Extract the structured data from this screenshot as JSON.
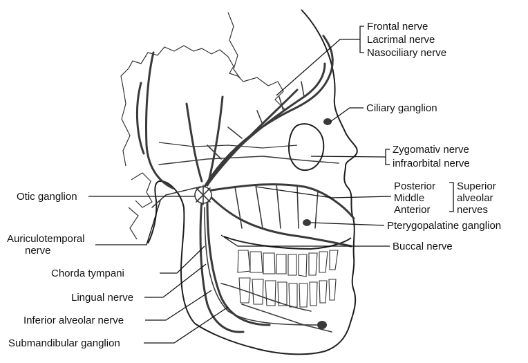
{
  "labels": {
    "frontal_nerve": "Frontal nerve",
    "lacrimal_nerve": "Lacrimal nerve",
    "nasociliary_nerve": "Nasociliary nerve",
    "ciliary_ganglion": "Ciliary ganglion",
    "zygomatic_nerve": "Zygomativ nerve",
    "infraorbital_nerve": "infraorbital nerve",
    "posterior": "Posterior",
    "middle": "Middle",
    "anterior": "Anterior",
    "superior": "Superior",
    "alveolar": "alveolar",
    "nerves": "nerves",
    "pterygopalatine_ganglion": "Pterygopalatine ganglion",
    "buccal_nerve": "Buccal nerve",
    "otic_ganglion": "Otic ganglion",
    "auriculotemporal_nerve_1": "Auriculotemporal",
    "auriculotemporal_nerve_2": "nerve",
    "chorda_tympani": "Chorda tympani",
    "lingual_nerve": "Lingual nerve",
    "inferior_alveolar_nerve": "Inferior alveolar nerve",
    "submandibular_ganglion": "Submandibular ganglion"
  },
  "colors": {
    "line": "#111111",
    "nerve": "#3a3a3a",
    "background": "#ffffff"
  }
}
